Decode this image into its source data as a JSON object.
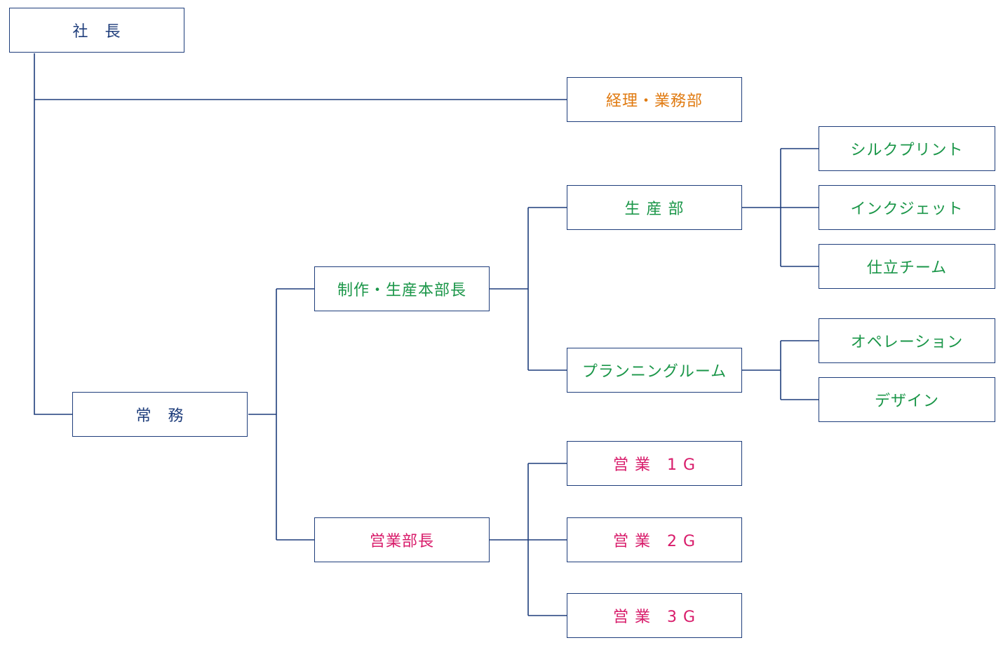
{
  "colors": {
    "line": "#1e3d7b",
    "navy": "#1e3d7b",
    "orange": "#e07a10",
    "green": "#1a9648",
    "magenta": "#d81b6a"
  },
  "nodes": {
    "president": "社　長",
    "managing_director": "常　務",
    "accounting_business": "経理・業務部",
    "production_hq_head": "制作・生産本部長",
    "sales_manager": "営業部長",
    "production_dept": "生 産 部",
    "planning_room": "プランニングルーム",
    "silk_print": "シルクプリント",
    "inkjet": "インクジェット",
    "finishing_team": "仕立チーム",
    "operation": "オペレーション",
    "design": "デザイン",
    "sales_1g": "営 業　1 G",
    "sales_2g": "営 業　2 G",
    "sales_3g": "営 業　3 G"
  }
}
